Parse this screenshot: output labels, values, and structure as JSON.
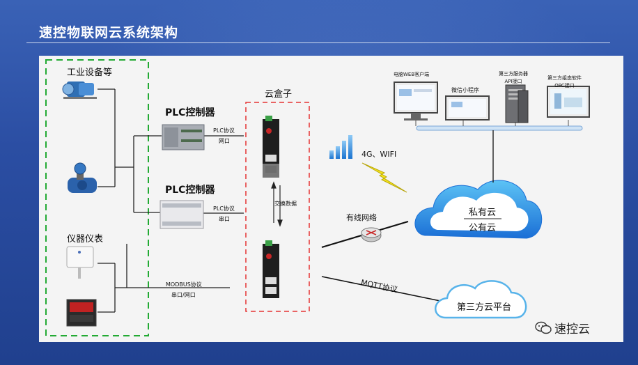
{
  "title": "速控物联网云系统架构",
  "groups": {
    "industrial": "工业设备等",
    "instrument": "仪器仪表",
    "cloud_box": "云盒子"
  },
  "plc1": {
    "label": "PLC控制器",
    "proto": "PLC协议",
    "port": "网口"
  },
  "plc2": {
    "label": "PLC控制器",
    "proto": "PLC协议",
    "port": "串口"
  },
  "modbus": {
    "proto": "MODBUS协议",
    "port": "串口/网口"
  },
  "exchange": "交换数据",
  "wireless": "4G、WIFI",
  "wired": "有线网络",
  "mqtt": "MQTT协议",
  "clients": [
    "电脑WEB客户端",
    "微信小程序",
    "第三方服务器\nAPI接口",
    "第三方组态软件\nOPC接口"
  ],
  "cloud_private": "私有云",
  "cloud_public": "公有云",
  "third_cloud": "第三方云平台",
  "brand": "速控云",
  "colors": {
    "dash_green": "#22aa33",
    "dash_red": "#e53333",
    "cloud_blue": "#2a8fe6"
  }
}
